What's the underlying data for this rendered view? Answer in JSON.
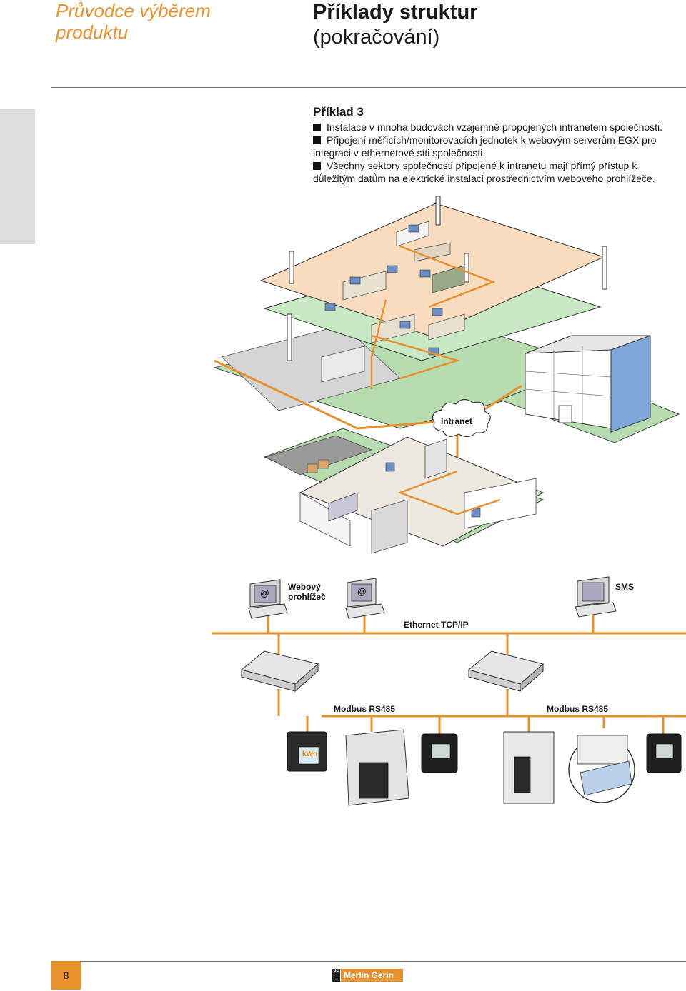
{
  "header": {
    "guide_title": "Průvodce výběrem produktu",
    "title_line1": "Příklady struktur",
    "title_line2": "(pokračování)"
  },
  "example": {
    "heading": "Příklad 3",
    "bullets": [
      "Instalace v mnoha budovách vzájemně propojených intranetem společnosti.",
      "Připojení měřicích/monitorovacích jednotek k webovým serverům EGX pro integraci v ethernetové síti společnosti.",
      "Všechny sektory společnosti připojené k intranetu mají přímý přístup k důležitým datům na elektrické instalaci prostřednictvím webového prohlížeče."
    ]
  },
  "diagram": {
    "intranet_label": "Intranet",
    "browser_label_line1": "Webový",
    "browser_label_line2": "prohlížeč",
    "browser_icon_glyph": "@",
    "sms_label": "SMS",
    "ethernet_label": "Ethernet TCP/IP",
    "modbus_left": "Modbus RS485",
    "modbus_right": "Modbus RS485",
    "meter_display": "kWh"
  },
  "colors": {
    "accent": "#e8902e",
    "floor_upper": "#f8dcbf",
    "floor_lower": "#c9e8c4",
    "ground": "#b7dcb0",
    "building_glass": "#7ea6d8",
    "cable": "#e8902e"
  },
  "footer": {
    "page_number": "8",
    "brand": "Merlin Gerin",
    "brand_mark": "SE"
  }
}
